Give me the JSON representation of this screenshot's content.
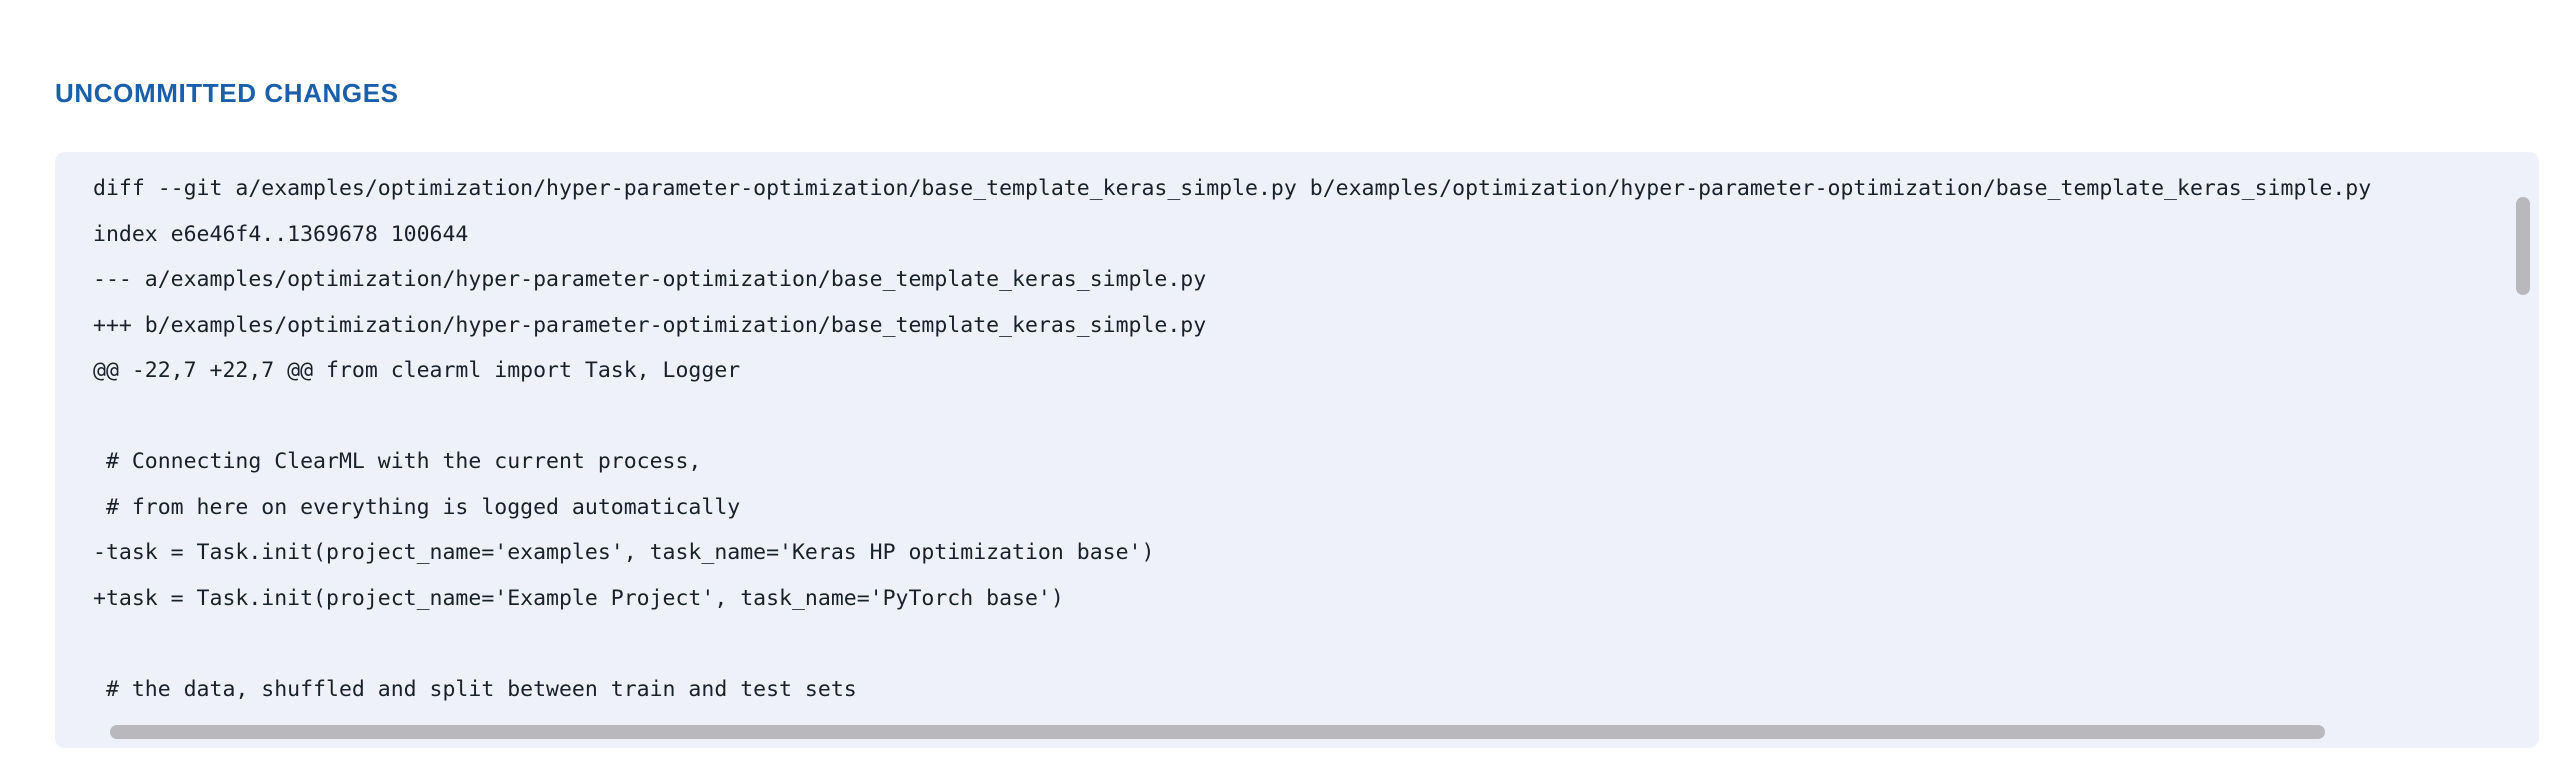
{
  "section": {
    "title": "UNCOMMITTED CHANGES",
    "title_color": "#1a5faa"
  },
  "diff_panel": {
    "background_color": "#eef1fa",
    "text_color": "#18202b",
    "lines": [
      "diff --git a/examples/optimization/hyper-parameter-optimization/base_template_keras_simple.py b/examples/optimization/hyper-parameter-optimization/base_template_keras_simple.py",
      "index e6e46f4..1369678 100644",
      "--- a/examples/optimization/hyper-parameter-optimization/base_template_keras_simple.py",
      "+++ b/examples/optimization/hyper-parameter-optimization/base_template_keras_simple.py",
      "@@ -22,7 +22,7 @@ from clearml import Task, Logger",
      "",
      " # Connecting ClearML with the current process,",
      " # from here on everything is logged automatically",
      "-task = Task.init(project_name='examples', task_name='Keras HP optimization base')",
      "+task = Task.init(project_name='Example Project', task_name='PyTorch base')",
      "",
      " # the data, shuffled and split between train and test sets"
    ],
    "scrollbars": {
      "vertical": {
        "name": "vertical-scrollbar",
        "thumb_color": "#b8b8bd"
      },
      "horizontal": {
        "name": "horizontal-scrollbar",
        "thumb_color": "#b8b8bd"
      }
    }
  }
}
